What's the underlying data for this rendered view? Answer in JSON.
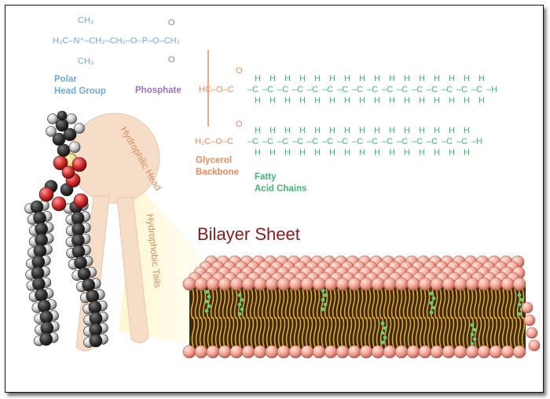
{
  "formula": {
    "head_top": "CH₃",
    "head_main": "H₃C–N⁺–CH₂–CH₂–O–P–O–CH₂",
    "head_bottom": "CH₃",
    "phos_o_top": "O",
    "phos_o_bottom": "O",
    "row1_prefix": "HC–O–C",
    "row1_o": "O",
    "row2_prefix": "H₂C–O–C",
    "row2_o": "O",
    "h_letter": "H",
    "c_unit": "–C",
    "h_end": "–H"
  },
  "labels": {
    "polar_head": "Polar\nHead Group",
    "phosphate": "Phosphate",
    "glycerol": "Glycerol\nBackbone",
    "fatty": "Fatty\nAcid Chains",
    "hydrophilic": "Hydrophilic Head",
    "hydrophobic": "Hydrophobic Tails",
    "bilayer": "Bilayer Sheet"
  },
  "colors": {
    "head_group": "#6fa8dc",
    "phosphate": "#9b72c8",
    "glycerol": "#ef8a5a",
    "fatty_acid": "#3cb872",
    "silhouette": "#f5ddc8",
    "lipid_head": "#f2a090",
    "lipid_tail": "#e8a820",
    "cholesterol": "#5fd08a",
    "bilayer_title": "#8b1a1a"
  }
}
